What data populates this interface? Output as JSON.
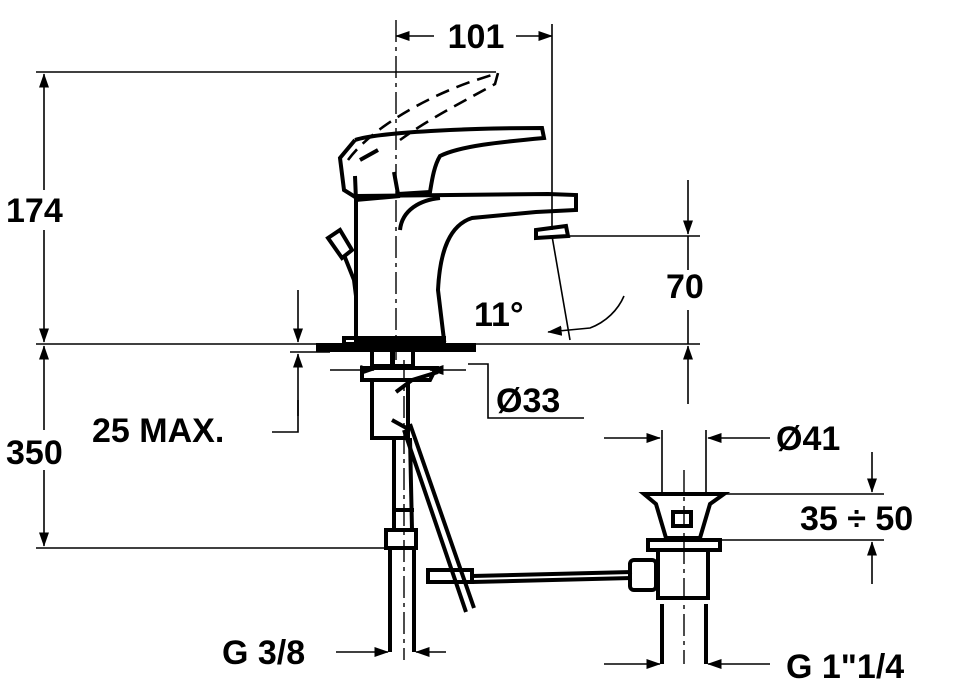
{
  "dimensions": {
    "spout_reach": "101",
    "total_height": "174",
    "spout_height": "70",
    "spout_angle": "11°",
    "hole_diameter": "Ø33",
    "deck_thickness": "25 MAX.",
    "hose_length": "350",
    "waste_diameter": "Ø41",
    "waste_range": "35 ÷ 50",
    "supply_thread": "G 3/8",
    "waste_thread": "G 1\"1/4"
  }
}
